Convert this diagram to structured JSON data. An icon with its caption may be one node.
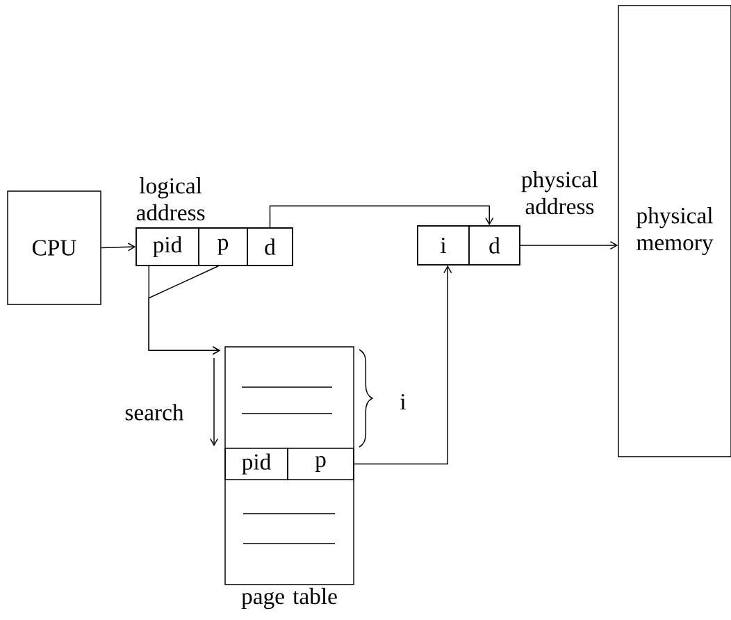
{
  "diagram": {
    "nodes": [
      {
        "text": [
          "CPU"
        ]
      },
      {
        "text": [
          "logical address"
        ]
      },
      {
        "text": [
          "pid"
        ],
        "in": 1
      },
      {
        "text": [
          "p"
        ],
        "in": 1
      },
      {
        "text": [
          "d"
        ],
        "in": 1
      },
      {
        "text": [
          "physical address"
        ]
      },
      {
        "text": [
          "i"
        ],
        "in": 5
      },
      {
        "text": [
          "d"
        ],
        "in": 5
      },
      {
        "text": [
          "physical memory"
        ]
      },
      {
        "text": [
          "page table"
        ]
      },
      {
        "text": [
          "pid"
        ],
        "in": 9
      },
      {
        "text": [
          "p"
        ],
        "in": 9
      }
    ],
    "edges": [
      {
        "from": 0,
        "to": 2,
        "arrow": "to"
      },
      {
        "from": 4,
        "to": 7,
        "arrow": "to"
      },
      {
        "from": 2,
        "to": 9,
        "arrow": "to"
      },
      {
        "from": 3,
        "to": 9,
        "arrow": "to"
      },
      {
        "from": 7,
        "to": 8,
        "arrow": "to"
      },
      {
        "from": 11,
        "to": 6,
        "arrow": "to"
      }
    ],
    "labels": [
      "search",
      "i"
    ]
  }
}
